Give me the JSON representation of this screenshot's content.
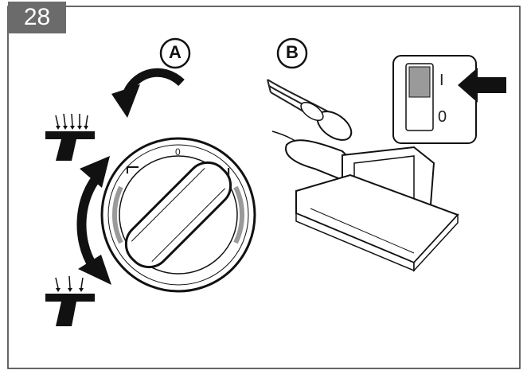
{
  "figure": {
    "number": "28",
    "panel_a_label": "A",
    "panel_b_label": "B"
  },
  "dial": {
    "top_mark": "0",
    "right_mark": "I"
  },
  "switch": {
    "on_label": "I",
    "off_label": "0"
  },
  "colors": {
    "figure_number_bg": "#6b6b6b",
    "line": "#1a1a1a",
    "dial_ring": "#9a9a9a",
    "switch_toggle": "#9a9a9a"
  },
  "icons": [
    "steam-high-icon",
    "steam-low-icon",
    "rotate-arrow-icon",
    "two-way-arrow-icon",
    "pointer-arrow-icon"
  ]
}
